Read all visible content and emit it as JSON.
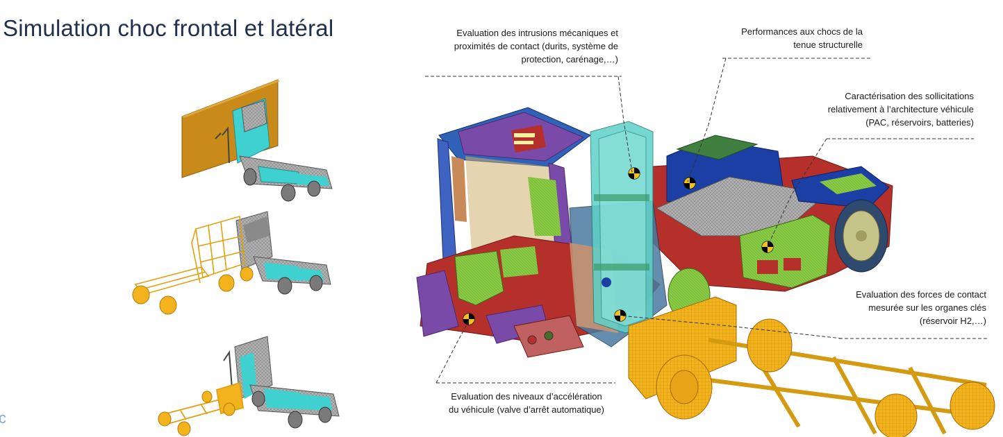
{
  "title": "Simulation choc frontal et latéral",
  "corner_text": "c",
  "annotations": {
    "intrusions": [
      "Evaluation des intrusions mécaniques et",
      "proximités de contact (durits, système de",
      "protection, carénage,…)"
    ],
    "performances": [
      "Performances aux chocs de la",
      "tenue structurelle"
    ],
    "sollicitations": [
      "Caractérisation des sollicitations",
      "relativement à l’architecture véhicule",
      "(PAC, réservoirs, batteries)"
    ],
    "forces": [
      "Evaluation des forces de contact",
      "mesurée sur les organes clés",
      "(réservoir H2,…)"
    ],
    "acceleration": [
      "Evaluation des niveaux d’accélération",
      "du véhicule (valve d’arrêt automatique)"
    ]
  },
  "colors": {
    "title": "#1f2f4e",
    "barrier": "#c98a1a",
    "impactor": "#f2b31c",
    "cab_cyan": "#3fd0d0",
    "mesh_grey": "#a4a4a4",
    "chassis_red": "#b5302a",
    "panel_blue": "#1c3fa6",
    "panel_green": "#7fc43c",
    "panel_purple": "#7a4aa8",
    "tank_cyan": "#5ed2c8",
    "leader_line": "#333333"
  },
  "icons": [
    "crash-test-target-icon"
  ]
}
